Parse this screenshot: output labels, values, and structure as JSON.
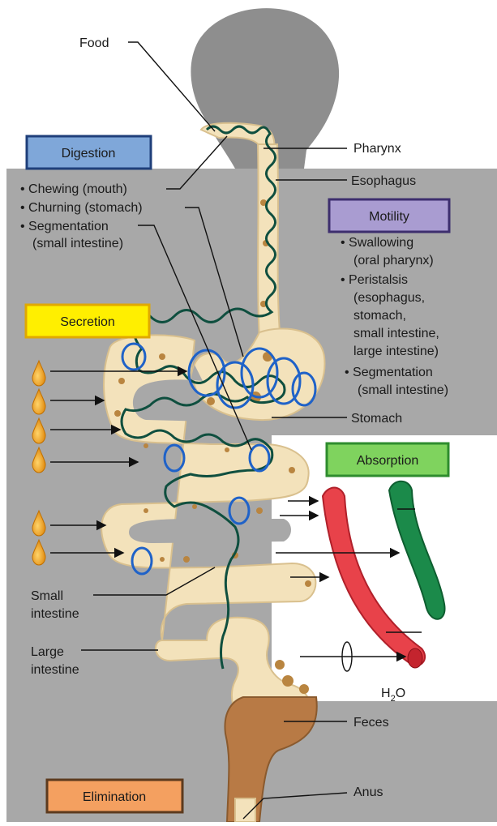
{
  "boxes": {
    "digestion": {
      "label": "Digestion",
      "color": "#7fa7d9",
      "border": "#1f3f7a"
    },
    "motility": {
      "label": "Motility",
      "color": "#a99cd1",
      "border": "#3d2e6e"
    },
    "secretion": {
      "label": "Secretion",
      "color": "#ffef00",
      "border": "#e0a800"
    },
    "absorption": {
      "label": "Absorption",
      "color": "#7fd35e",
      "border": "#2e8c2e"
    },
    "elimination": {
      "label": "Elimination",
      "color": "#f4a060",
      "border": "#5c3a1e"
    }
  },
  "labels": {
    "food": "Food",
    "pharynx": "Pharynx",
    "esophagus": "Esophagus",
    "stomach": "Stomach",
    "small_intestine_1": "Small",
    "small_intestine_2": "intestine",
    "large_intestine_1": "Large",
    "large_intestine_2": "intestine",
    "feces": "Feces",
    "anus": "Anus",
    "h2o_main": "H",
    "h2o_sub": "2",
    "h2o_end": "O"
  },
  "digestion_list": [
    "• Chewing (mouth)",
    "• Churning (stomach)",
    "• Segmentation",
    "(small intestine)"
  ],
  "motility_list": [
    "• Swallowing",
    "(oral pharynx)",
    "• Peristalsis",
    "(esophagus,",
    "stomach,",
    "small intestine,",
    "large intestine)",
    "• Segmentation",
    "(small intestine)"
  ],
  "colors": {
    "background_gray": "#a8a8a8",
    "silhouette": "#8e8e8e",
    "tract_fill": "#f3e2bb",
    "tract_edge": "#d9c08e",
    "wave": "#0f4f3f",
    "swirl": "#1f62c8",
    "blood_red": "#e8424a",
    "lymph_green": "#1b8a4a",
    "feces": "#a8642e",
    "droplet": "#e89a1a"
  }
}
